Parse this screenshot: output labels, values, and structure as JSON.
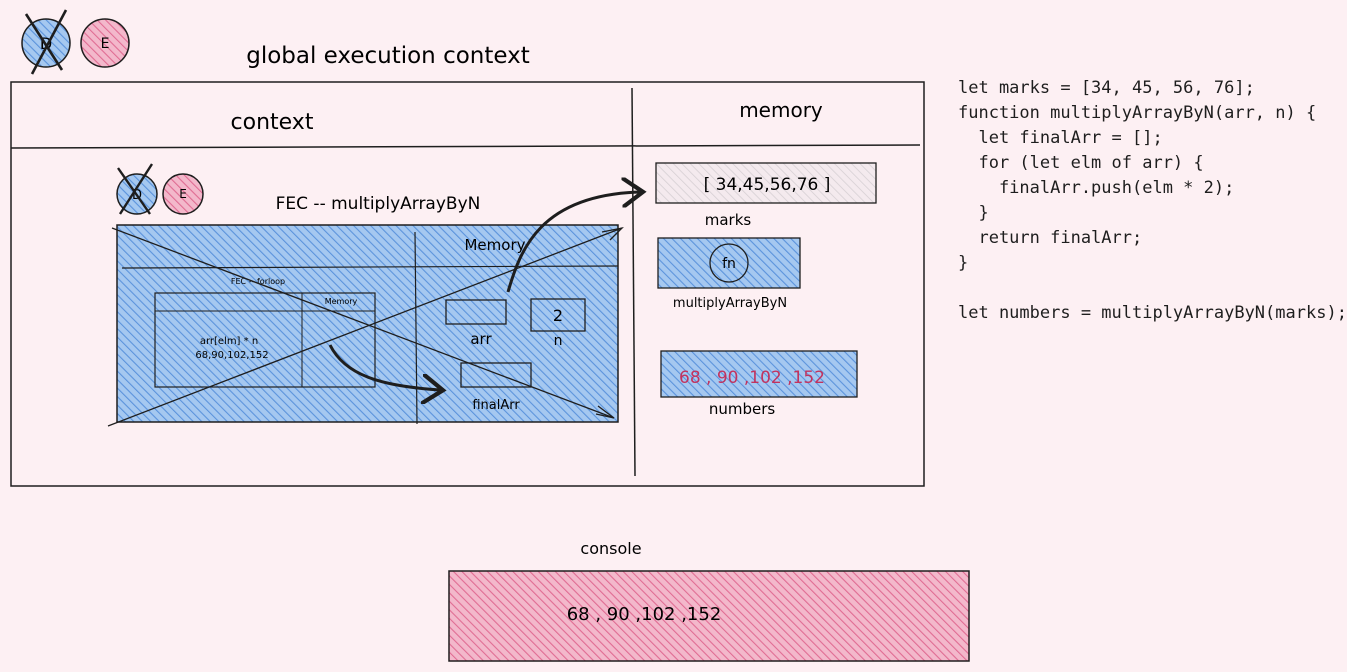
{
  "badges": {
    "top": {
      "left_letter": "D",
      "right_letter": "E"
    },
    "inner": {
      "left_letter": "D",
      "right_letter": "E"
    }
  },
  "global": {
    "title": "global execution context",
    "context_header": "context",
    "memory_header": "memory"
  },
  "fec": {
    "title": "FEC -- multiplyArrayByN",
    "memory_label": "Memory",
    "for_loop": {
      "title": "FEC -- forloop",
      "memory_label": "Memory",
      "expression": "arr[elm] * n",
      "values": "68,90,102,152"
    },
    "vars": {
      "arr": "arr",
      "n_label": "n",
      "n_value": "2",
      "finalArr": "finalArr"
    }
  },
  "memory": {
    "marks_value": "[ 34,45,56,76 ]",
    "marks_label": "marks",
    "fn_badge": "fn",
    "fn_label": "multiplyArrayByN",
    "numbers_value": "68 , 90 ,102 ,152",
    "numbers_label": "numbers"
  },
  "code": {
    "lines": [
      "let marks = [34, 45, 56, 76];",
      "function multiplyArrayByN(arr, n) {",
      "  let finalArr = [];",
      "  for (let elm of arr) {",
      "    finalArr.push(elm * 2);",
      "  }",
      "  return finalArr;",
      "}",
      "",
      "let numbers = multiplyArrayByN(marks);"
    ]
  },
  "console": {
    "label": "console",
    "output": "68 , 90 ,102 ,152"
  },
  "colors": {
    "background": "#fdf0f3",
    "blue_fill": "#a5c8f0",
    "blue_hatch": "#5b93dc",
    "pink_fill": "#f3b8cb",
    "pink_hatch": "#e06c93",
    "grey_hatch": "#d6cfd3",
    "stroke": "#1e1e1e",
    "number_text": "#c2335f"
  }
}
